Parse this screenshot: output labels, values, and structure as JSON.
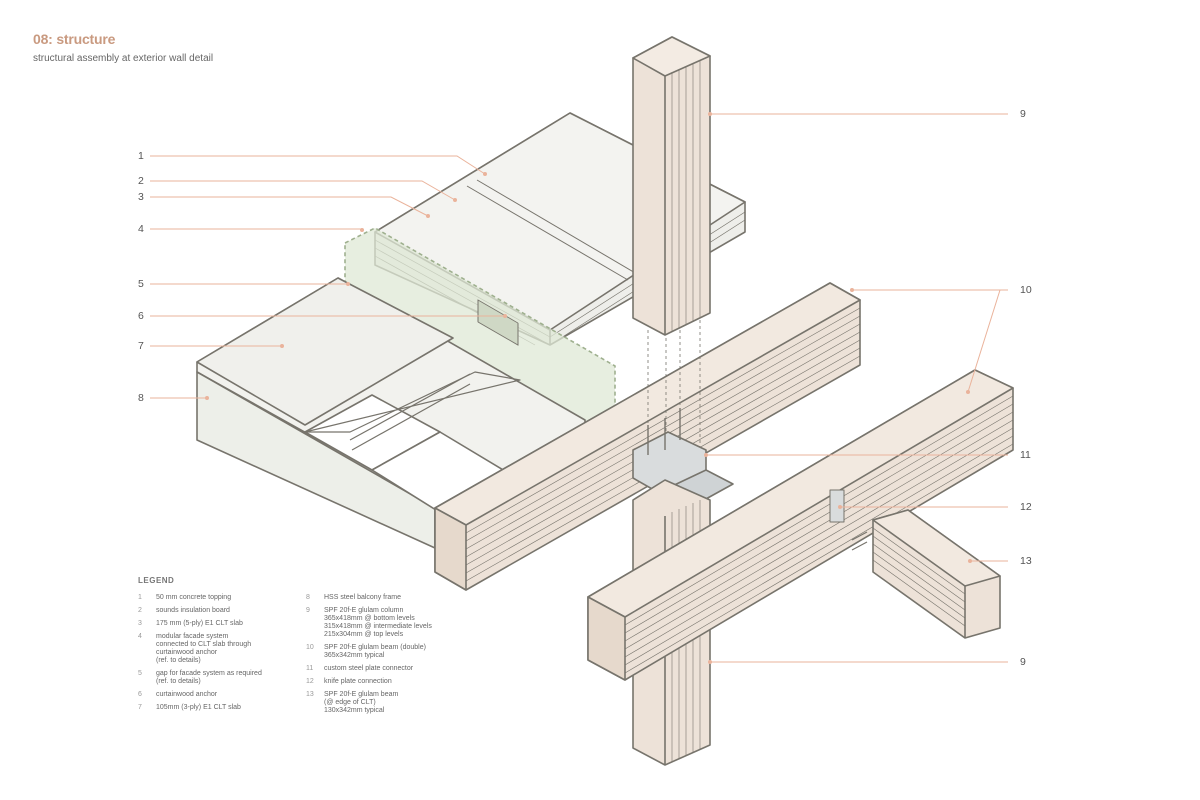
{
  "header": {
    "title": "08: structure",
    "subtitle": "structural assembly at exterior wall detail"
  },
  "callouts": [
    {
      "id": "c1",
      "label": "1"
    },
    {
      "id": "c2",
      "label": "2"
    },
    {
      "id": "c3",
      "label": "3"
    },
    {
      "id": "c4",
      "label": "4"
    },
    {
      "id": "c5",
      "label": "5"
    },
    {
      "id": "c6",
      "label": "6"
    },
    {
      "id": "c7",
      "label": "7"
    },
    {
      "id": "c8",
      "label": "8"
    },
    {
      "id": "c9a",
      "label": "9"
    },
    {
      "id": "c10",
      "label": "10"
    },
    {
      "id": "c11",
      "label": "11"
    },
    {
      "id": "c12",
      "label": "12"
    },
    {
      "id": "c13",
      "label": "13"
    },
    {
      "id": "c9b",
      "label": "9"
    }
  ],
  "legend": {
    "title": "LEGEND",
    "left": [
      {
        "num": "1",
        "text": "50 mm concrete topping"
      },
      {
        "num": "2",
        "text": "sounds insulation board"
      },
      {
        "num": "3",
        "text": "175 mm (5-ply) E1 CLT slab"
      },
      {
        "num": "4",
        "text": "modular facade system\nconnected to CLT slab through\ncurtainwood anchor\n(ref. to details)"
      },
      {
        "num": "5",
        "text": "gap for facade system as required\n(ref. to details)"
      },
      {
        "num": "6",
        "text": "curtainwood anchor"
      },
      {
        "num": "7",
        "text": "105mm (3-ply) E1 CLT slab"
      }
    ],
    "right": [
      {
        "num": "8",
        "text": "HSS steel balcony frame"
      },
      {
        "num": "9",
        "text": "SPF 20f-E glulam column\n365x418mm @ bottom levels\n315x418mm @ intermediate levels\n215x304mm @ top levels"
      },
      {
        "num": "10",
        "text": "SPF 20f-E glulam beam (double)\n365x342mm typical"
      },
      {
        "num": "11",
        "text": "custom steel plate connector"
      },
      {
        "num": "12",
        "text": "knife plate connection"
      },
      {
        "num": "13",
        "text": "SPF 20f-E glulam beam\n(@ edge of CLT)\n130x342mm typical"
      }
    ]
  },
  "colors": {
    "accent": "#c99a80",
    "leader": "#eab39b",
    "outline": "#77746c",
    "timber": "#ede2d8",
    "concrete": "#f0f0ec",
    "facade": "#dfe8d6"
  }
}
